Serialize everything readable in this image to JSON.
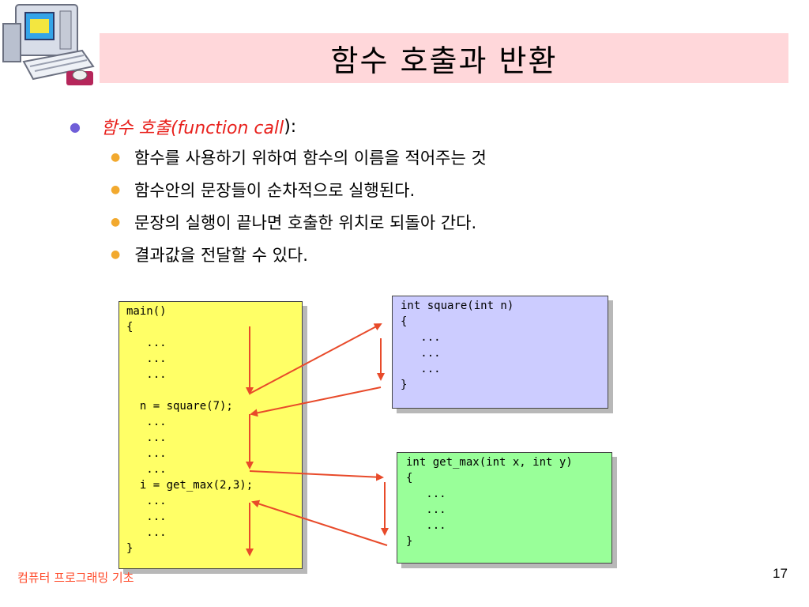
{
  "slide": {
    "title": "함수 호출과 반환",
    "bullet1": {
      "red_text": "함수 호출(function call",
      "black_text": "):"
    },
    "sub_bullets": [
      "함수를 사용하기 위하여 함수의 이름을 적어주는 것",
      "함수안의 문장들이 순차적으로 실행된다.",
      "문장의 실행이 끝나면 호출한 위치로 되돌아 간다.",
      "결과값을 전달할 수 있다."
    ],
    "footer": "컴퓨터 프로그래밍 기초",
    "page_number": "17"
  },
  "code_main": [
    "main()",
    "{",
    "   ...",
    "   ...",
    "   ...",
    "",
    "  n = square(7);",
    "   ...",
    "   ...",
    "   ...",
    "   ...",
    "  i = get_max(2,3);",
    "   ...",
    "   ...",
    "   ...",
    "}"
  ],
  "code_square": [
    "int square(int n)",
    "{",
    "   ...",
    "   ...",
    "   ...",
    "}"
  ],
  "code_getmax": [
    "int get_max(int x, int y)",
    "{",
    "   ...",
    "   ...",
    "   ...",
    "}"
  ],
  "colors": {
    "title_bg": "#ffd7da",
    "main_box": "#ffff66",
    "square_box": "#ccccff",
    "getmax_box": "#99ff99",
    "arrow": "#e84a2a",
    "footer": "#ff4b2b"
  }
}
